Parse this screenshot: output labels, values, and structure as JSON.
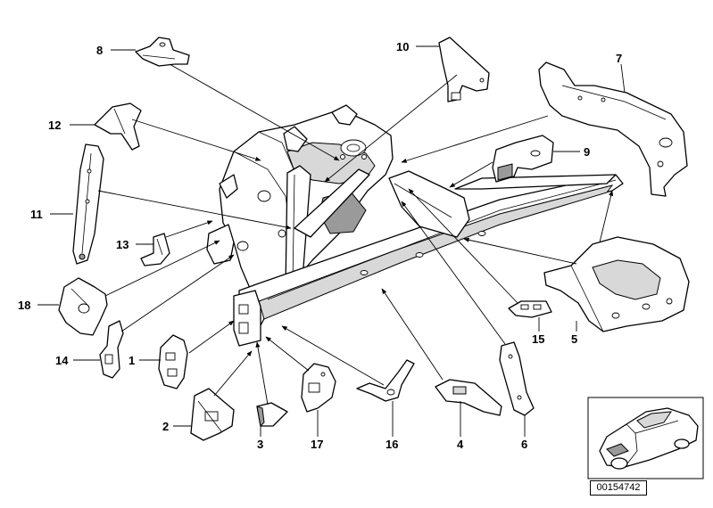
{
  "callouts": {
    "c1": "1",
    "c2": "2",
    "c3": "3",
    "c4": "4",
    "c5": "5",
    "c6": "6",
    "c7": "7",
    "c8": "8",
    "c9": "9",
    "c10": "10",
    "c11": "11",
    "c12": "12",
    "c13": "13",
    "c14": "14",
    "c15": "15",
    "c16": "16",
    "c17": "17",
    "c18": "18"
  },
  "diagram_id": "00154742"
}
